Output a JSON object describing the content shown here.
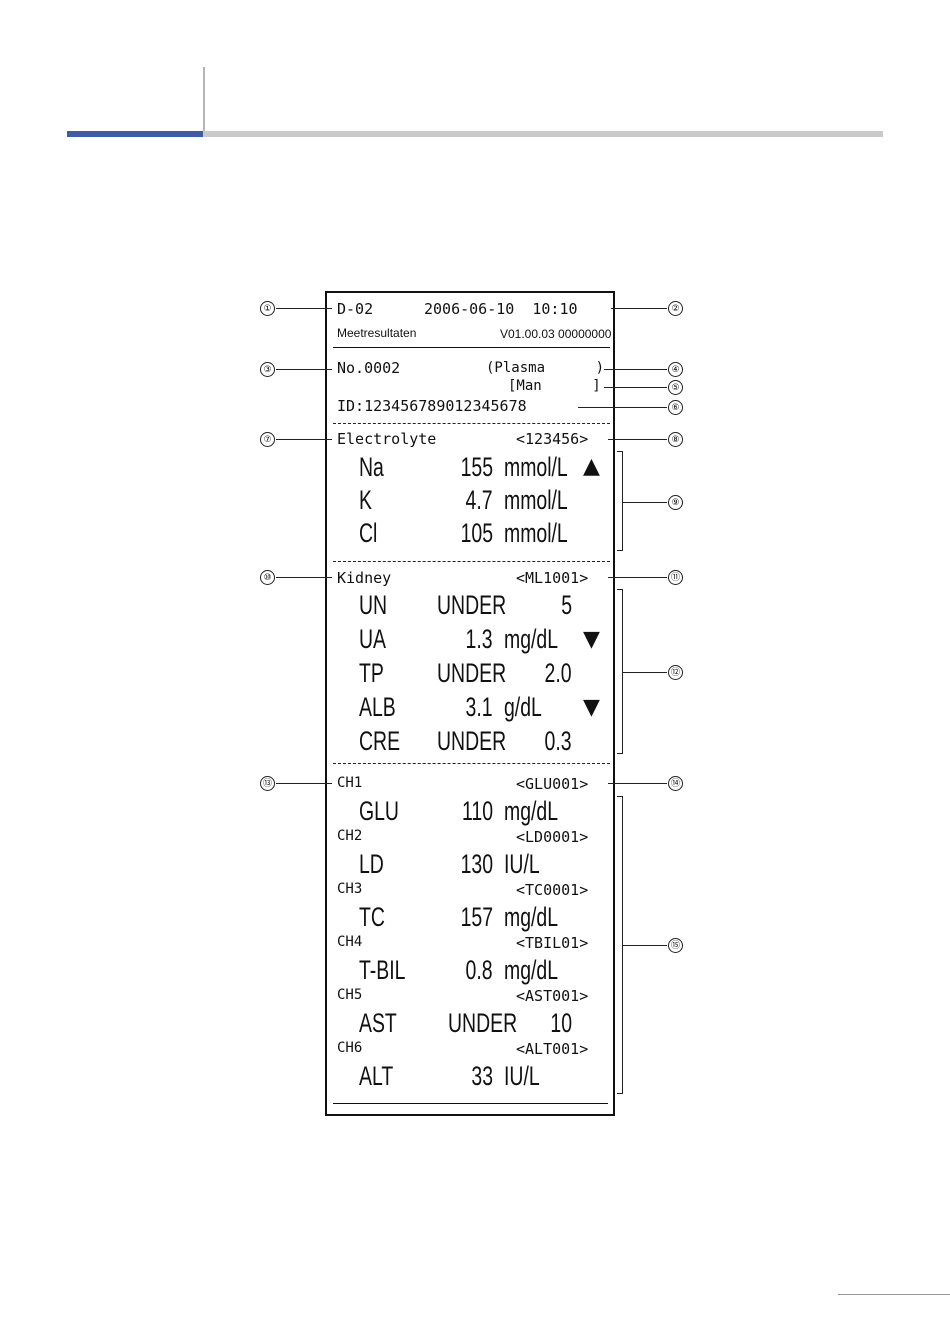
{
  "header": {
    "device": "D-02",
    "datetime": "2006-06-10  10:10",
    "subtitle": "Meetresultaten",
    "version": "V01.00.03 00000000",
    "sample_no": "No.0002",
    "sample_type": "(Plasma      )",
    "mode": "[Man      ]",
    "id": "ID:123456789012345678"
  },
  "electrolyte": {
    "title": "Electrolyte",
    "lot": "<123456>",
    "rows": [
      {
        "name": "Na",
        "value": "155",
        "unit": "mmol/L",
        "flag": "▲"
      },
      {
        "name": "K",
        "value": "4.7",
        "unit": "mmol/L",
        "flag": ""
      },
      {
        "name": "Cl",
        "value": "105",
        "unit": "mmol/L",
        "flag": ""
      }
    ]
  },
  "kidney": {
    "title": "Kidney",
    "lot": "<ML1001>",
    "rows": [
      {
        "name": "UN",
        "under": "UNDER",
        "value": "5",
        "unit": "",
        "flag": ""
      },
      {
        "name": "UA",
        "under": "",
        "value": "1.3",
        "unit": "mg/dL",
        "flag": "▼"
      },
      {
        "name": "TP",
        "under": "UNDER",
        "value": "2.0",
        "unit": "",
        "flag": ""
      },
      {
        "name": "ALB",
        "under": "",
        "value": "3.1",
        "unit": "g/dL",
        "flag": "▼"
      },
      {
        "name": "CRE",
        "under": "UNDER",
        "value": "0.3",
        "unit": "",
        "flag": ""
      }
    ]
  },
  "channels": [
    {
      "ch": "CH1",
      "lot": "<GLU001>",
      "name": "GLU",
      "under": "",
      "value": "110",
      "unit": "mg/dL"
    },
    {
      "ch": "CH2",
      "lot": "<LD0001>",
      "name": "LD",
      "under": "",
      "value": "130",
      "unit": "IU/L"
    },
    {
      "ch": "CH3",
      "lot": "<TC0001>",
      "name": "TC",
      "under": "",
      "value": "157",
      "unit": "mg/dL"
    },
    {
      "ch": "CH4",
      "lot": "<TBIL01>",
      "name": "T-BIL",
      "under": "",
      "value": "0.8",
      "unit": "mg/dL"
    },
    {
      "ch": "CH5",
      "lot": "<AST001>",
      "name": "AST",
      "under": "UNDER",
      "value": "10",
      "unit": ""
    },
    {
      "ch": "CH6",
      "lot": "<ALT001>",
      "name": "ALT",
      "under": "",
      "value": "33",
      "unit": "IU/L"
    }
  ],
  "callouts": [
    "①",
    "②",
    "③",
    "④",
    "⑤",
    "⑥",
    "⑦",
    "⑧",
    "⑨",
    "⑩",
    "⑪",
    "⑫",
    "⑬",
    "⑭",
    "⑮"
  ]
}
